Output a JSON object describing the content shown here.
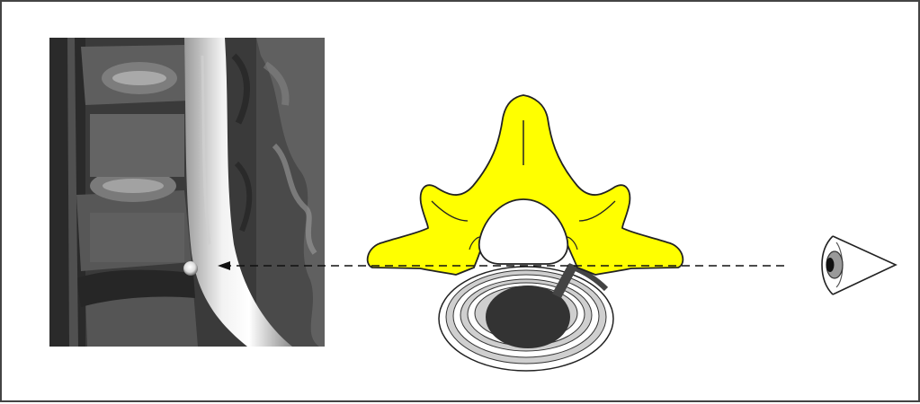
{
  "figure": {
    "mri_panel": {
      "icon": "mri-sagittal-lumbar-scan",
      "findings": [
        "disc-fragment-bright-spot"
      ]
    },
    "vertebra": {
      "icon": "vertebra-axial-diagram",
      "bone_color": "#ffff00",
      "disc_ring_color": "#c8c8c8",
      "nucleus_color": "#333333"
    },
    "view_arrow": {
      "style": "dashed",
      "direction": "right-to-left"
    },
    "eye": {
      "icon": "eye-icon"
    }
  }
}
